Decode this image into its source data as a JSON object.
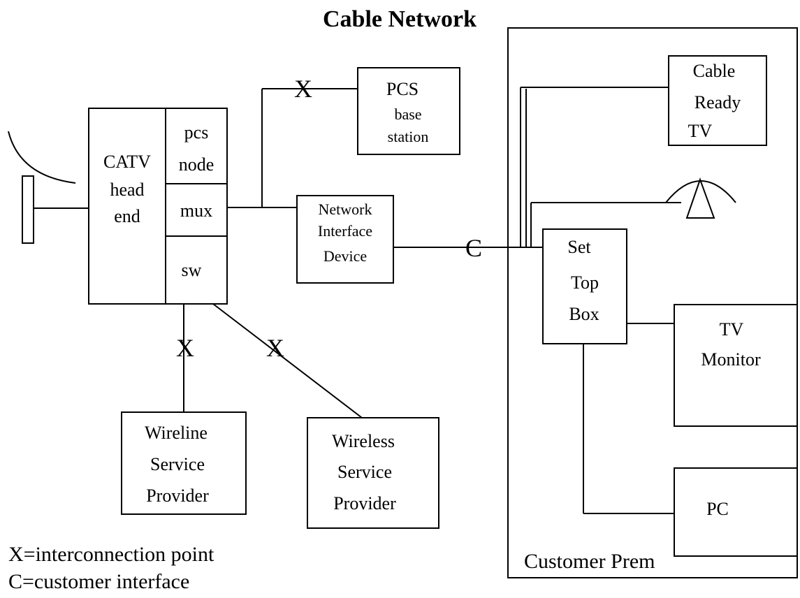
{
  "diagram": {
    "title": "Cable Network",
    "headend": {
      "l1": "CATV",
      "l2": "head",
      "l3": "end"
    },
    "pcs_node": {
      "l1": "pcs",
      "l2": "node"
    },
    "mux": "mux",
    "sw": "sw",
    "pcs_base": {
      "l1": "PCS",
      "l2": "base",
      "l3": "station"
    },
    "nid": {
      "l1": "Network",
      "l2": "Interface",
      "l3": "Device"
    },
    "cable_tv": {
      "l1": "Cable",
      "l2": "Ready",
      "l3": "TV"
    },
    "set_top": {
      "l1": "Set",
      "l2": "Top",
      "l3": "Box"
    },
    "tv_monitor": {
      "l1": "TV",
      "l2": "Monitor"
    },
    "pc": "PC",
    "wireline": {
      "l1": "Wireline",
      "l2": "Service",
      "l3": "Provider"
    },
    "wireless": {
      "l1": "Wireless",
      "l2": "Service",
      "l3": "Provider"
    },
    "customer_prem": "Customer Prem",
    "marks": {
      "x": "X",
      "c": "C"
    },
    "legend": {
      "x": "X=interconnection point",
      "c": "C=customer interface"
    }
  }
}
